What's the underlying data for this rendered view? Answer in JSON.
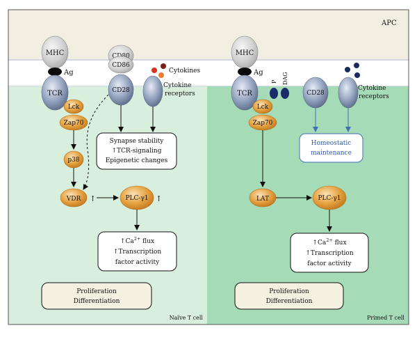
{
  "apc_label": "APC",
  "left": {
    "cell_label": "Naïve T cell",
    "mhc": "MHC",
    "ag": "Ag",
    "tcr": "TCR",
    "lck": "Lck",
    "zap70": "Zap70",
    "p38": "p38",
    "vdr": "VDR",
    "vdr_arrow": "↑",
    "plc": "PLC-γ1",
    "plc_arrow": "↑",
    "cd80": "CD80",
    "cd86": "CD86",
    "cytokines": "Cytokines",
    "cd28": "CD28",
    "cytokine_receptors_1": "Cytokine",
    "cytokine_receptors_2": "receptors",
    "synapse_1": "Synapse stability",
    "synapse_2": "↑TCR-signaling",
    "synapse_3": "Epigenetic changes",
    "ca_pre": "↑Ca",
    "ca_sup": "2+",
    "ca_post": " flux",
    "transcription_1": "↑Transcription",
    "transcription_2": "factor activity",
    "outcome_1": "Proliferation",
    "outcome_2": "Differentiation"
  },
  "right": {
    "cell_label": "Primed T cell",
    "mhc": "MHC",
    "ag": "Ag",
    "tcr": "TCR",
    "p": "P",
    "dag": "DAG",
    "lck": "Lck",
    "zap70": "Zap70",
    "lat": "LAT",
    "plc": "PLC-γ1",
    "cd28": "CD28",
    "cytokine_receptors_1": "Cytokine",
    "cytokine_receptors_2": "receptors",
    "homeo_1": "Homeostatic",
    "homeo_2": "maintenance",
    "ca_pre": "↑Ca",
    "ca_sup": "2+",
    "ca_post": " flux",
    "transcription_1": "↑Transcription",
    "transcription_2": "factor activity",
    "outcome_1": "Proliferation",
    "outcome_2": "Differentiation"
  },
  "colors": {
    "apc_bg": "#f2eee1",
    "membrane_bg": "#ffffff",
    "naive_bg": "#d8efdd",
    "primed_bg": "#a5dbb6",
    "receptor_fill": "#8d9cb8",
    "mhc_fill": "#d3d3d3",
    "kinase_fill": "#e3a13f",
    "cytokine_red": "#d8321e",
    "cytokine_orange": "#ed7a2e",
    "cytokine_darkred": "#7a1d12",
    "cytokine_navy": "#1b2a5e",
    "homeo_blue": "#2d5aa8",
    "outcome_fill": "#f5f1e2"
  }
}
